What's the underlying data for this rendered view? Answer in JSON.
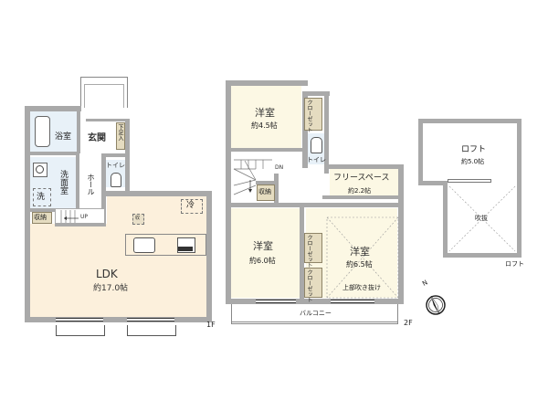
{
  "floor1": {
    "label": "1F",
    "rooms": {
      "bath": {
        "name": "浴室"
      },
      "entrance": {
        "name": "玄関"
      },
      "shoe_storage": {
        "name": "下足入"
      },
      "washroom": {
        "name": "洗面室"
      },
      "washer": {
        "name": "洗"
      },
      "hall": {
        "name": "ホール"
      },
      "toilet": {
        "name": "トイレ"
      },
      "storage": {
        "name": "収納"
      },
      "ldk": {
        "name": "LDK",
        "size": "約17.0帖"
      },
      "fridge": {
        "name": "冷"
      },
      "kitchen_storage": {
        "name": "収"
      }
    },
    "stairs_label": "UP"
  },
  "floor2": {
    "label": "2F",
    "rooms": {
      "western1": {
        "name": "洋室",
        "size": "約4.5帖"
      },
      "closet1": {
        "name": "クローゼット"
      },
      "toilet": {
        "name": "トイレ"
      },
      "free_space": {
        "name": "フリースペース",
        "size": "約2.2帖"
      },
      "storage": {
        "name": "収納"
      },
      "western2": {
        "name": "洋室",
        "size": "約6.0帖"
      },
      "closet2": {
        "name": "クローゼット"
      },
      "closet3": {
        "name": "クローゼット"
      },
      "western3": {
        "name": "洋室",
        "size": "約6.5帖",
        "note": "上部吹き抜け"
      },
      "balcony": {
        "name": "バルコニー"
      }
    },
    "stairs_label": "DN"
  },
  "loft": {
    "label": "ロフト",
    "rooms": {
      "loft": {
        "name": "ロフト",
        "size": "約5.0帖"
      },
      "void": {
        "name": "吹抜"
      }
    }
  },
  "compass": {
    "north_label": "N"
  },
  "colors": {
    "wall": "#a9a9a9",
    "ldk_floor": "#fcf0dc",
    "western_floor": "#fcf8e4",
    "wet_area": "#e8f1f8",
    "closet": "#e5dcc0"
  }
}
